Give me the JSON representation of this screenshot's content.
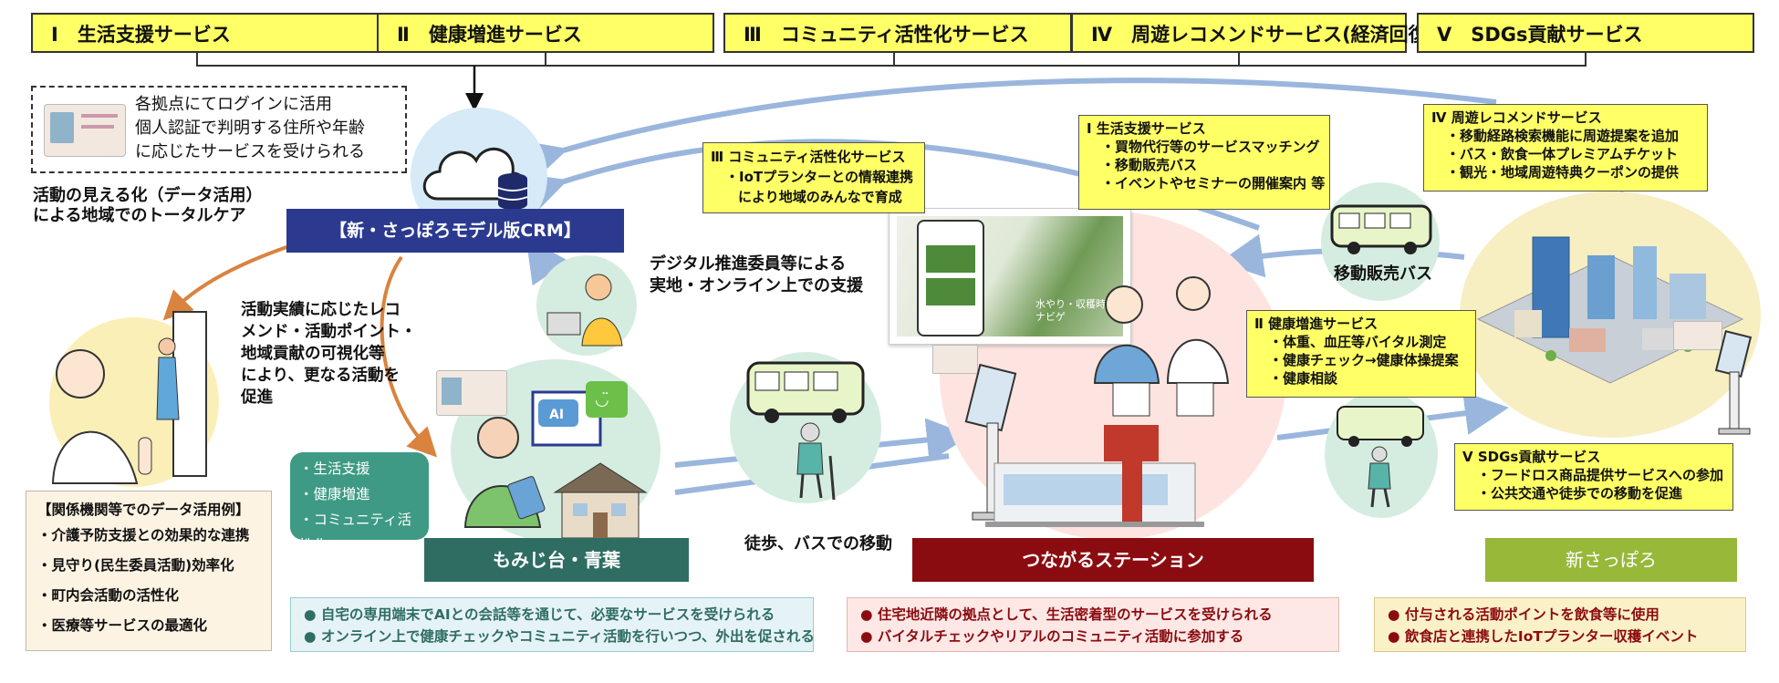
{
  "services": [
    "Ⅰ　生活支援サービス",
    "Ⅱ　健康増進サービス",
    "Ⅲ　コミュニティ活性化サービス",
    "Ⅳ　周遊レコメンドサービス(経済回復)",
    "Ⅴ　SDGs貢献サービス"
  ],
  "login_note": [
    "各拠点にてログインに活用",
    "個人認証で判明する住所や年齢",
    "に応じたサービスを受けられる"
  ],
  "crm_label": "【新・さっぽろモデル版CRM】",
  "visualization_note": [
    "活動の見える化（データ活用）",
    "による地域でのトータルケア"
  ],
  "recommend_note": [
    "活動実績に応じたレコ",
    "メンド・活動ポイント・",
    "地域貢献の可視化等",
    "により、更なる活動を",
    "促進"
  ],
  "digital_note": [
    "デジタル推進委員等による",
    "実地・オンライン上での支援"
  ],
  "data_usage": {
    "title": "【関係機関等でのデータ活用例】",
    "items": [
      "・介護予防支援との効果的な連携",
      "・見守り(民生委員活動)効率化",
      "・町内会活動の活性化",
      "・医療等サービスの最適化"
    ]
  },
  "home_services": [
    "・生活支援",
    "・健康増進",
    "・コミュニティ活性化"
  ],
  "chat_icon": {
    "ai_text": "AI",
    "smile_text": "◡̈"
  },
  "locations": {
    "momiji": "もみじ台・青葉",
    "station": "つながるステーション",
    "shinsapporo": "新さっぽろ"
  },
  "walk_bus_label": "徒歩、バスでの移動",
  "mobile_bus_label": "移動販売バス",
  "phone_caption": [
    "水やり・収穫時",
    "ナビゲ"
  ],
  "box_community": {
    "title": "Ⅲ  コミュニティ活性化サービス",
    "items": [
      "・IoTプランターとの情報連携",
      "により地域のみんなで育成"
    ]
  },
  "box_life": {
    "title": "Ⅰ  生活支援サービス",
    "items": [
      "・買物代行等のサービスマッチング",
      "・移動販売バス",
      "・イベントやセミナーの開催案内 等"
    ]
  },
  "box_recommend": {
    "title": "Ⅳ  周遊レコメンドサービス",
    "items": [
      "・移動経路検索機能に周遊提案を追加",
      "・バス・飲食一体プレミアムチケット",
      "・観光・地域周遊特典クーポンの提供"
    ]
  },
  "box_health": {
    "title": "Ⅱ  健康増進サービス",
    "items": [
      "・体重、血圧等バイタル測定",
      "・健康チェック→健康体操提案",
      "・健康相談"
    ]
  },
  "box_sdgs": {
    "title": "Ⅴ  SDGs貢献サービス",
    "items": [
      "・フードロス商品提供サービスへの参加",
      "・公共交通や徒歩での移動を促進"
    ]
  },
  "bottom": {
    "momiji": [
      "自宅の専用端末でAIとの会話等を通じて、必要なサービスを受けられる",
      "オンライン上で健康チェックやコミュニティ活動を行いつつ、外出を促される"
    ],
    "station": [
      "住宅地近隣の拠点として、生活密着型のサービスを受けられる",
      "バイタルチェックやリアルのコミュニティ活動に参加する"
    ],
    "shinsapporo": [
      "付与される活動ポイントを飲食等に使用",
      "飲食店と連携したIoTプランター収穫イベント"
    ]
  },
  "colors": {
    "yellow": "#ffff66",
    "navy": "#2b3a8f",
    "teal": "#2f6d63",
    "maroon": "#8b0c10",
    "olive": "#98b83a",
    "arrow_blue": "#9ab6dd",
    "arrow_orange": "#d9833f"
  }
}
